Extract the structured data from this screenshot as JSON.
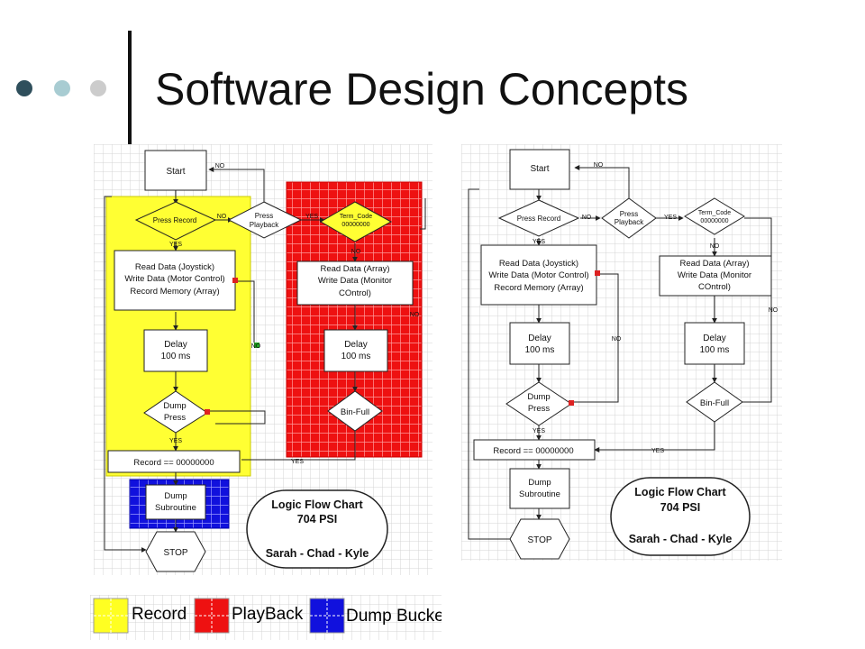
{
  "slide": {
    "title": "Software Design Concepts",
    "bullet_colors": [
      "#2f4f5c",
      "#a8ccd2",
      "#cccccc"
    ]
  },
  "left_chart": {
    "start": "Start",
    "no_top": "NO",
    "press_record": "Press Record",
    "no_record": "NO",
    "yes_record": "YES",
    "press_playback": [
      "Press",
      "Playback"
    ],
    "yes_playback": "YES",
    "term_code": [
      "Term_Code",
      "00000000"
    ],
    "no_term": "NO",
    "read_record": [
      "Read   Data   (Joystick)",
      "Write  Data   (Motor  Control)",
      "Record   Memory   (Array)"
    ],
    "read_play": [
      "Read  Data  (Array)",
      "Write  Data   (Monitor",
      "COntrol)"
    ],
    "delay_record": [
      "Delay",
      "100 ms"
    ],
    "delay_play": [
      "Delay",
      "100 ms"
    ],
    "no_dump": "NO",
    "dump_press": [
      "Dump",
      "Press"
    ],
    "yes_dump": "YES",
    "bin_full": "Bin-Full",
    "record_zero": "Record   ==   00000000",
    "yes_bin": "YES",
    "no_bin": "NO",
    "dump_sub": [
      "Dump",
      "Subroutine"
    ],
    "stop": "STOP",
    "info": [
      "Logic  Flow  Chart",
      "704 PSI",
      "Sarah  -  Chad  -  Kyle"
    ]
  },
  "right_chart": {
    "start": "Start",
    "no_top": "NO",
    "press_record": "Press Record",
    "no_record": "NO",
    "yes_record": "YES",
    "press_playback": [
      "Press",
      "Playback"
    ],
    "yes_playback": "YES",
    "term_code": [
      "Term_Code",
      "00000000"
    ],
    "no_term": "NO",
    "read_record": [
      "Read   Data   (Joystick)",
      "Write  Data   (Motor  Control)",
      "Record   Memory   (Array)"
    ],
    "read_play": [
      "Read  Data  (Array)",
      "Write  Data   (Monitor",
      "COntrol)"
    ],
    "delay_record": [
      "Delay",
      "100 ms"
    ],
    "delay_play": [
      "Delay",
      "100 ms"
    ],
    "no_dump": "NO",
    "dump_press": [
      "Dump",
      "Press"
    ],
    "yes_dump": "YES",
    "bin_full": "Bin-Full",
    "no_bin": "NO",
    "record_zero": "Record   ==   00000000",
    "yes_bin": "YES",
    "dump_sub": [
      "Dump",
      "Subroutine"
    ],
    "stop": "STOP",
    "info": [
      "Logic  Flow  Chart",
      "704 PSI",
      "Sarah  -  Chad  -  Kyle"
    ]
  },
  "legend": {
    "record": "Record",
    "record_color": "#ffff22",
    "playback": "PlayBack",
    "playback_color": "#ee1111",
    "dump": "Dump Bucket",
    "dump_color": "#1111dd"
  }
}
